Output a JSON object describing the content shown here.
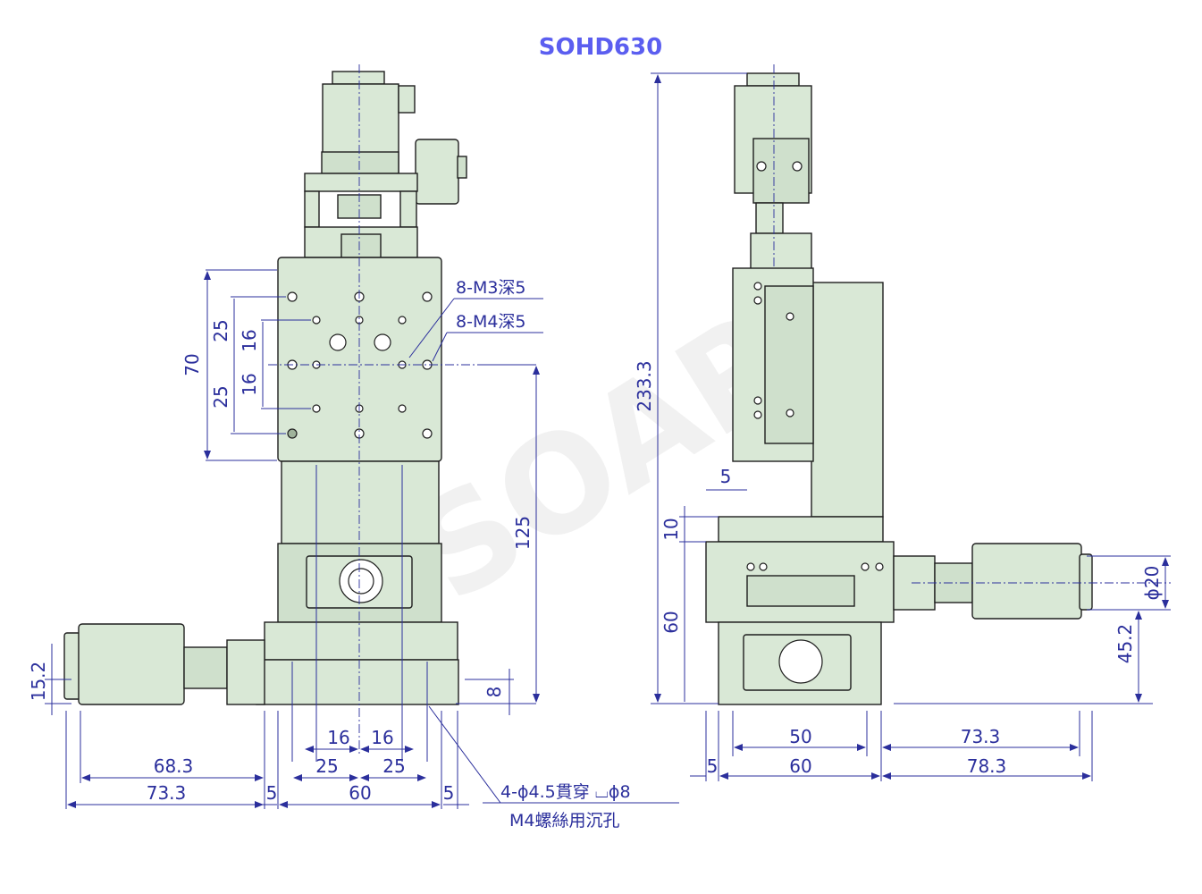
{
  "title": "SOHD630",
  "watermark": "SOAR",
  "callouts": {
    "m3": "8-M3深5",
    "m4": "8-M4深5",
    "through_hole": "4-ϕ4.5貫穿 ⌴ϕ8",
    "counterbore": "M4螺絲用沉孔"
  },
  "front_dims": {
    "d70": "70",
    "d25a": "25",
    "d16a": "16",
    "d16b": "16",
    "d25b": "25",
    "d125": "125",
    "d8": "8",
    "d15_2": "15.2",
    "d16c": "16",
    "d16d": "16",
    "d25c": "25",
    "d25d": "25",
    "d68_3": "68.3",
    "d73_3": "73.3",
    "d5a": "5",
    "d60": "60",
    "d5b": "5"
  },
  "side_dims": {
    "d233_3": "233.3",
    "d5": "5",
    "d10": "10",
    "d60v": "60",
    "d20": "ϕ20",
    "d45_2": "45.2",
    "d50": "50",
    "d73_3": "73.3",
    "d5h": "5",
    "d60h": "60",
    "d78_3": "78.3"
  },
  "colors": {
    "part": "#d9e8d6",
    "dimension": "#2b2f9c",
    "title": "#5b5ef0"
  }
}
